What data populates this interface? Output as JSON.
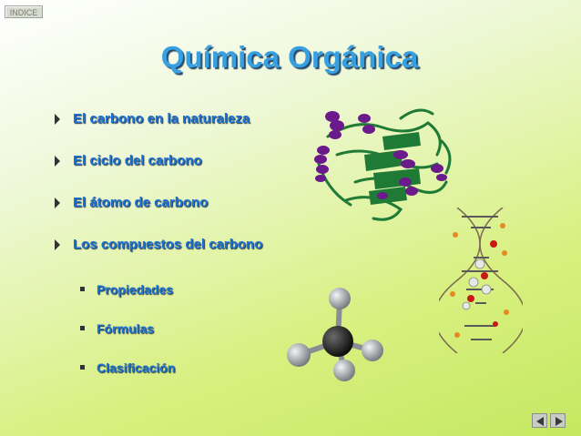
{
  "nav": {
    "indice_label": "INDICE"
  },
  "slide": {
    "title": "Química Orgánica",
    "bullets": [
      "El carbono en la naturaleza",
      "El ciclo del carbono",
      "El átomo de carbono",
      "Los compuestos del carbono"
    ],
    "sub_bullets": [
      "Propiedades",
      "Fórmulas",
      "Clasificación"
    ]
  },
  "icons": {
    "bullet": "triangle-right-icon",
    "sub_bullet": "square-icon",
    "prev": "arrow-left-icon",
    "next": "arrow-right-icon"
  },
  "colors": {
    "title": "#36a0e0",
    "text": "#1a73d8",
    "protein_sheet": "#1f7a35",
    "protein_helix": "#6a1a8a",
    "methane_carbon": "#2a2a2a",
    "methane_hydrogen": "#a8acb0"
  }
}
